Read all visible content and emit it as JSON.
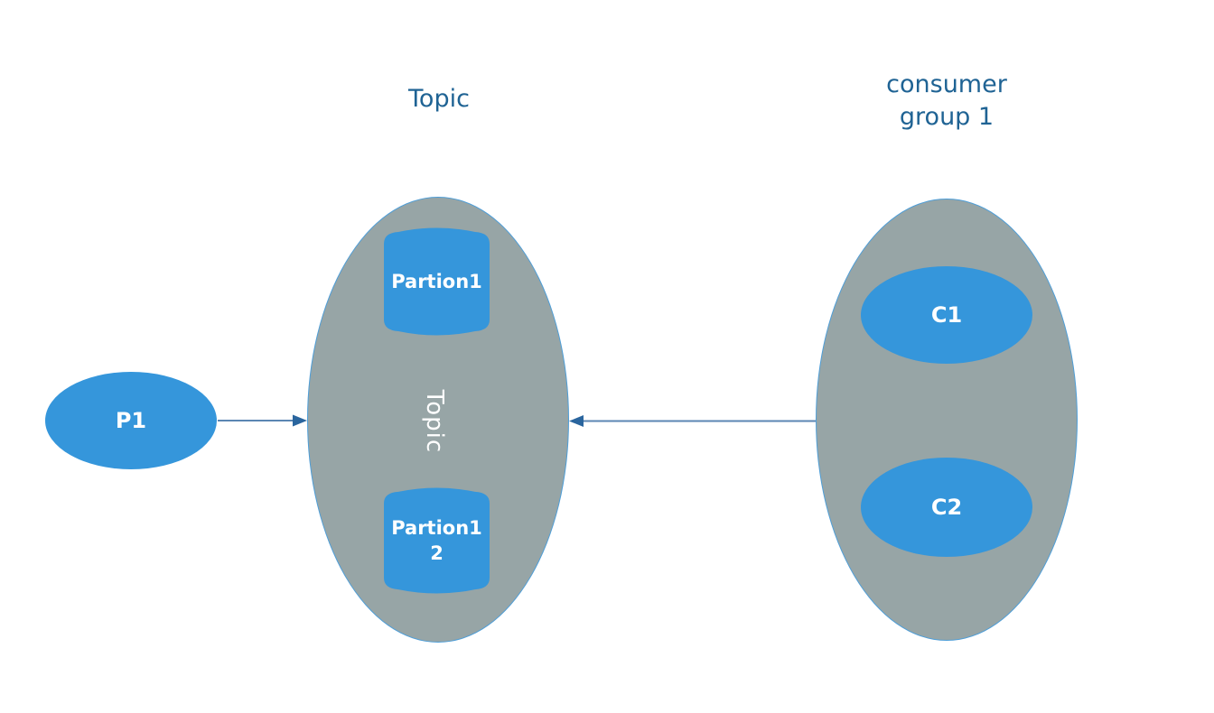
{
  "diagram": {
    "titles": {
      "topic": "Topic",
      "consumer_group": "consumer\ngroup 1"
    },
    "producer": {
      "label": "P1"
    },
    "topic_ellipse": {
      "label": "Topic",
      "partition_top": "Partion1",
      "partition_bottom": "Partion1\n2"
    },
    "consumer_group": {
      "consumer1": "C1",
      "consumer2": "C2"
    },
    "colors": {
      "node_blue": "#3596db",
      "group_gray": "#97a5a6",
      "group_stroke": "#4e9ed8",
      "title_text": "#1f6394",
      "node_text": "#ffffff",
      "arrow_line": "#5b86b3",
      "arrow_head": "#2a659e",
      "background": "#ffffff"
    }
  }
}
